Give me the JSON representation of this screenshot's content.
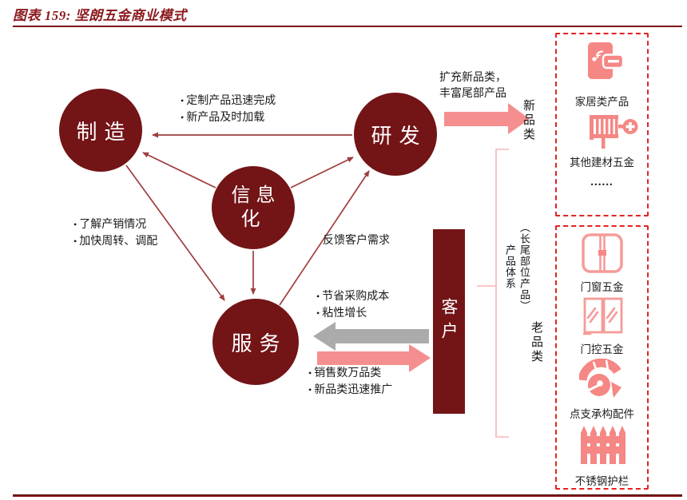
{
  "figure": {
    "title": "图表 159:  坚朗五金商业模式"
  },
  "colors": {
    "maroon": "#731417",
    "title_red": "#8B1A1E",
    "thin_arrow": "#9E3D3E",
    "thick_pink_arrow": "#F58F8F",
    "thick_gray_arrow": "#ABABAB",
    "brace_pink": "#F7B5B3",
    "dashed_border_red": "#E32222",
    "icon_pink": "#F58784"
  },
  "nodes": {
    "manufacturing": {
      "label": "制造"
    },
    "rd": {
      "label": "研发"
    },
    "informatization": {
      "lines": [
        "信息",
        "化"
      ]
    },
    "service": {
      "label": "服务"
    },
    "customer": {
      "label": "客户"
    }
  },
  "annotations": {
    "rd_to_mfg": [
      "定制产品迅速完成",
      "新产品及时加载"
    ],
    "info_to_mfg": [
      "了解产销情况",
      "加快周转、调配"
    ],
    "feedback": "反馈客户需求",
    "customer_to_service": [
      "节省采购成本",
      "粘性增长"
    ],
    "service_to_customer": [
      "销售数万品类",
      "新品类迅速推广"
    ],
    "rd_expand": [
      "扩充新品类，",
      "丰富尾部产品"
    ]
  },
  "side_labels": {
    "new_category": "新品类",
    "old_category": "老品类",
    "product_system_note": "（长尾部位产品）",
    "product_system": "产品体系"
  },
  "right_panel": {
    "new_box": {
      "items": [
        {
          "icon": "smart-lock-icon",
          "label": "家居类产品"
        },
        {
          "icon": "radiator-valve-icon",
          "label": "其他建材五金"
        },
        {
          "icon": "none",
          "label": "......"
        }
      ]
    },
    "old_box": {
      "items": [
        {
          "icon": "door-window-icon",
          "label": "门窗五金"
        },
        {
          "icon": "glass-door-icon",
          "label": "门控五金"
        },
        {
          "icon": "spider-fitting-helmet-icon",
          "label": "点支承构配件"
        },
        {
          "icon": "stainless-railing-fence-icon",
          "label": "不锈钢护栏"
        }
      ]
    }
  }
}
